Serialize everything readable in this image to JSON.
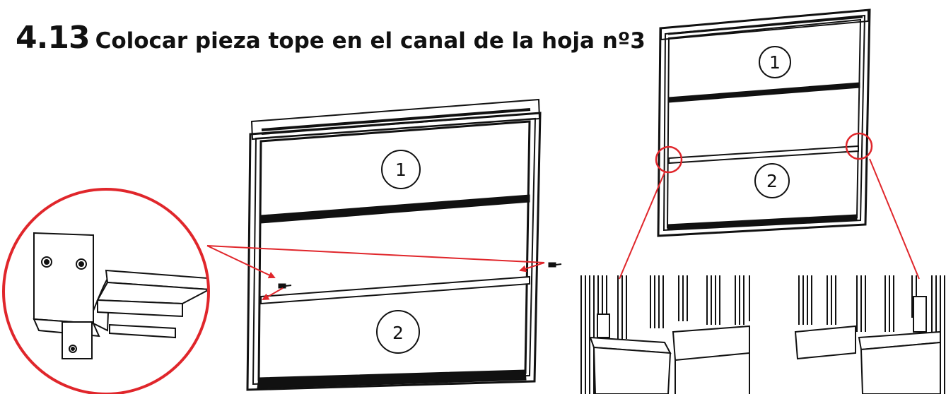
{
  "title": {
    "number": "4.13",
    "text": "Colocar pieza tope en el canal de la hoja nº3"
  },
  "main_frame": {
    "panel_labels": [
      "1",
      "2"
    ]
  },
  "small_frame": {
    "panel_labels": [
      "1",
      "2"
    ]
  },
  "colors": {
    "callout": "#e0262b",
    "line": "#111111"
  }
}
